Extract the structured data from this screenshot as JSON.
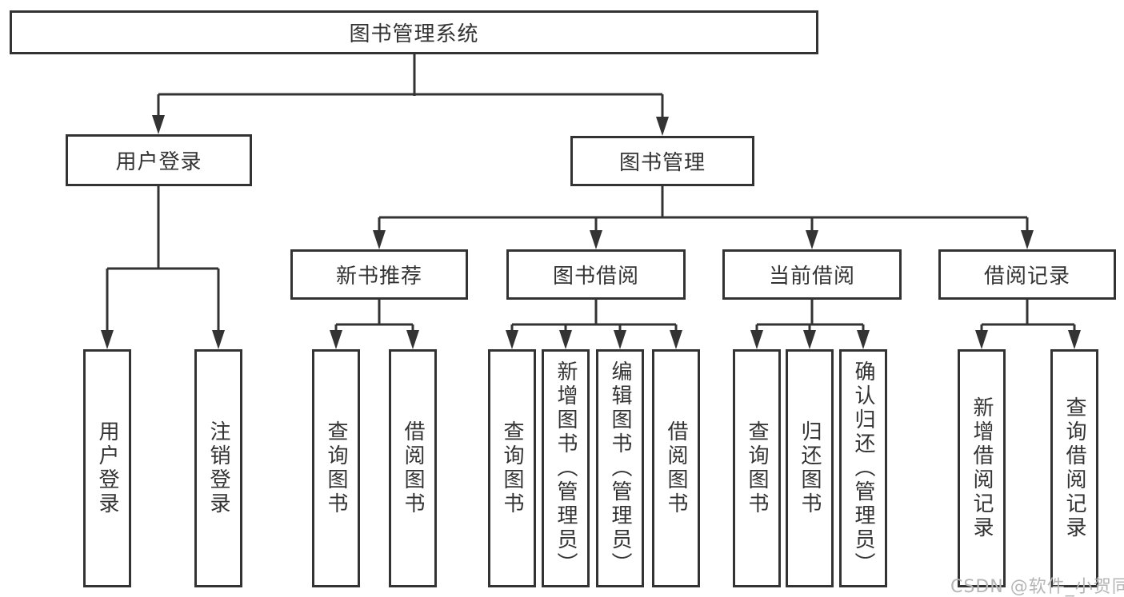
{
  "tree": {
    "root": "图书管理系统",
    "branches": {
      "user_login": {
        "label": "用户登录",
        "children": [
          "用户登录",
          "注销登录"
        ]
      },
      "book_management": {
        "label": "图书管理",
        "sections": {
          "new_book_recommend": {
            "label": "新书推荐",
            "children": [
              "查询图书",
              "借阅图书"
            ]
          },
          "book_borrowing": {
            "label": "图书借阅",
            "children": [
              "查询图书",
              "新增图书（管理员）",
              "编辑图书（管理员）",
              "借阅图书"
            ]
          },
          "current_borrowing": {
            "label": "当前借阅",
            "children": [
              "查询图书",
              "归还图书",
              "确认归还（管理员）"
            ]
          },
          "borrowing_records": {
            "label": "借阅记录",
            "children": [
              "新增借阅记录",
              "查询借阅记录"
            ]
          }
        }
      }
    }
  },
  "watermark": "CSDN @软件_小贺同学",
  "colors": {
    "line": "#333333",
    "text": "#333333",
    "box_fill": "#ffffff",
    "watermark": "#b5b5b5",
    "background": "#ffffff"
  }
}
